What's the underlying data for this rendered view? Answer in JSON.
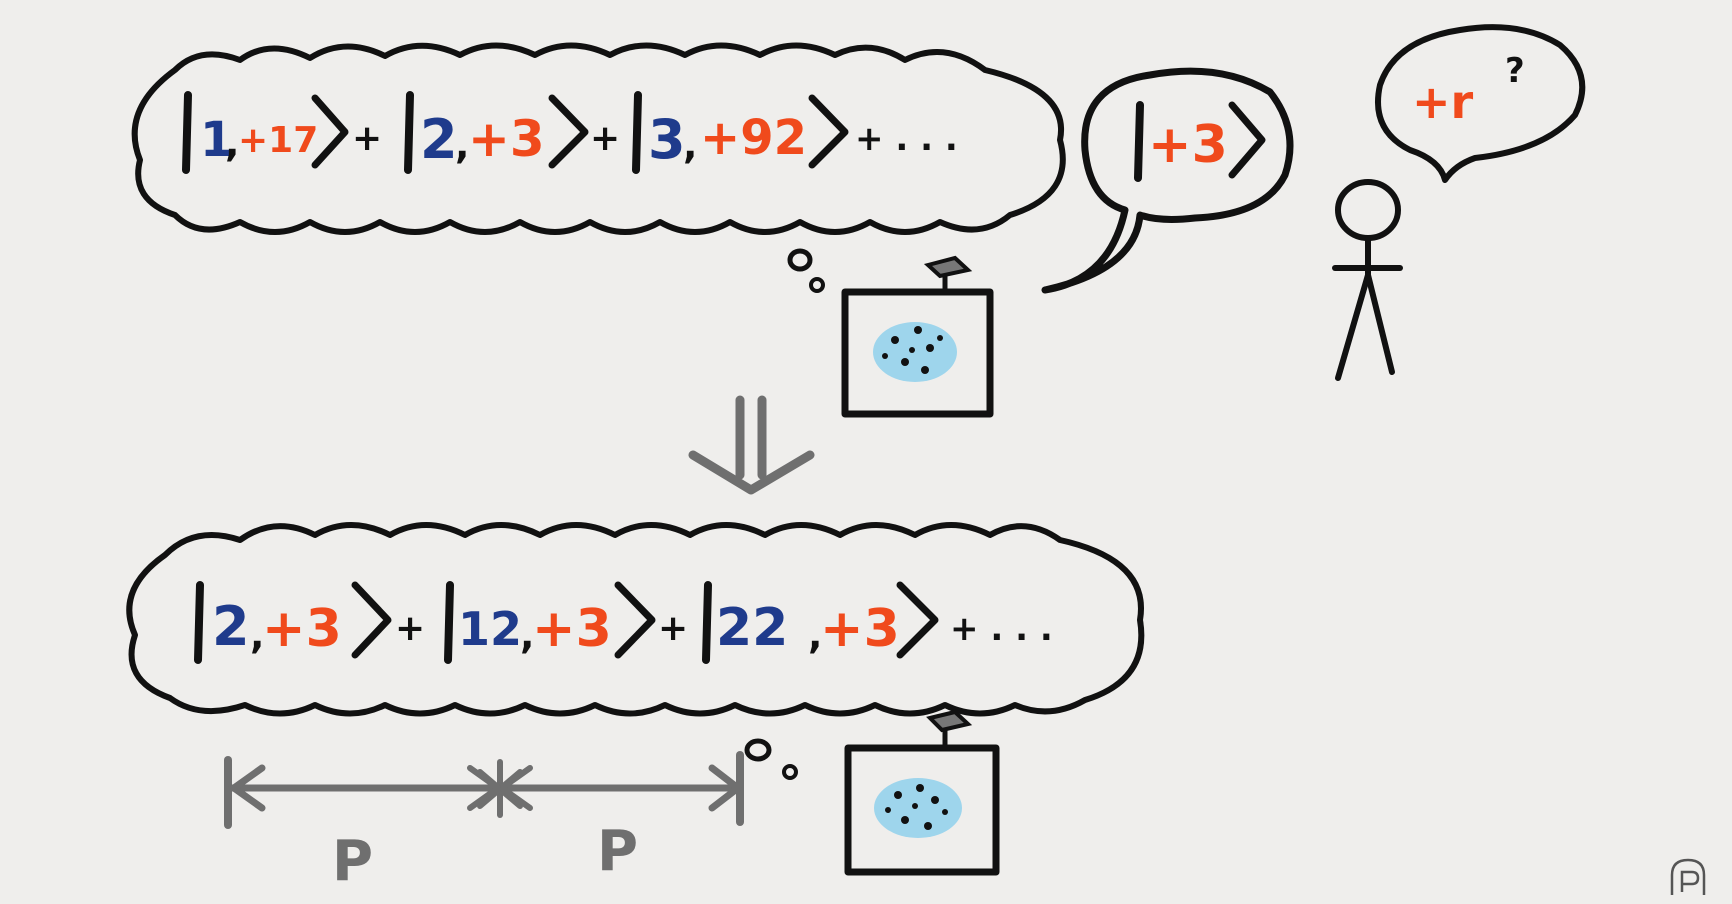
{
  "colors": {
    "paper": "#efeeec",
    "ink": "#111111",
    "blue": "#1f3b8c",
    "orange": "#f04a1c",
    "gray": "#6f6f6f",
    "cyan": "#8fd0ec"
  },
  "top_bubble": {
    "kets": [
      {
        "index": "1",
        "value": "+17",
        "value_color": "orange"
      },
      {
        "index": "2",
        "value": "+3",
        "value_color": "orange"
      },
      {
        "index": "3",
        "value": "+92",
        "value_color": "orange"
      }
    ],
    "plus": "+",
    "tail": "+ . . ."
  },
  "speech": {
    "ket_value": "+3"
  },
  "person_thought": {
    "text": "+r",
    "mark": "?"
  },
  "bottom_bubble": {
    "kets": [
      {
        "index": "2",
        "value": "+3"
      },
      {
        "index": "12",
        "value": "+3"
      },
      {
        "index": "22",
        "value": "+3"
      }
    ],
    "plus": "+",
    "tail": "+ . . ."
  },
  "period": {
    "labels": [
      "P",
      "P"
    ]
  },
  "icons": [
    "quantum-computer-icon",
    "stick-figure-icon",
    "down-double-arrow-icon",
    "channel-logo-icon"
  ]
}
